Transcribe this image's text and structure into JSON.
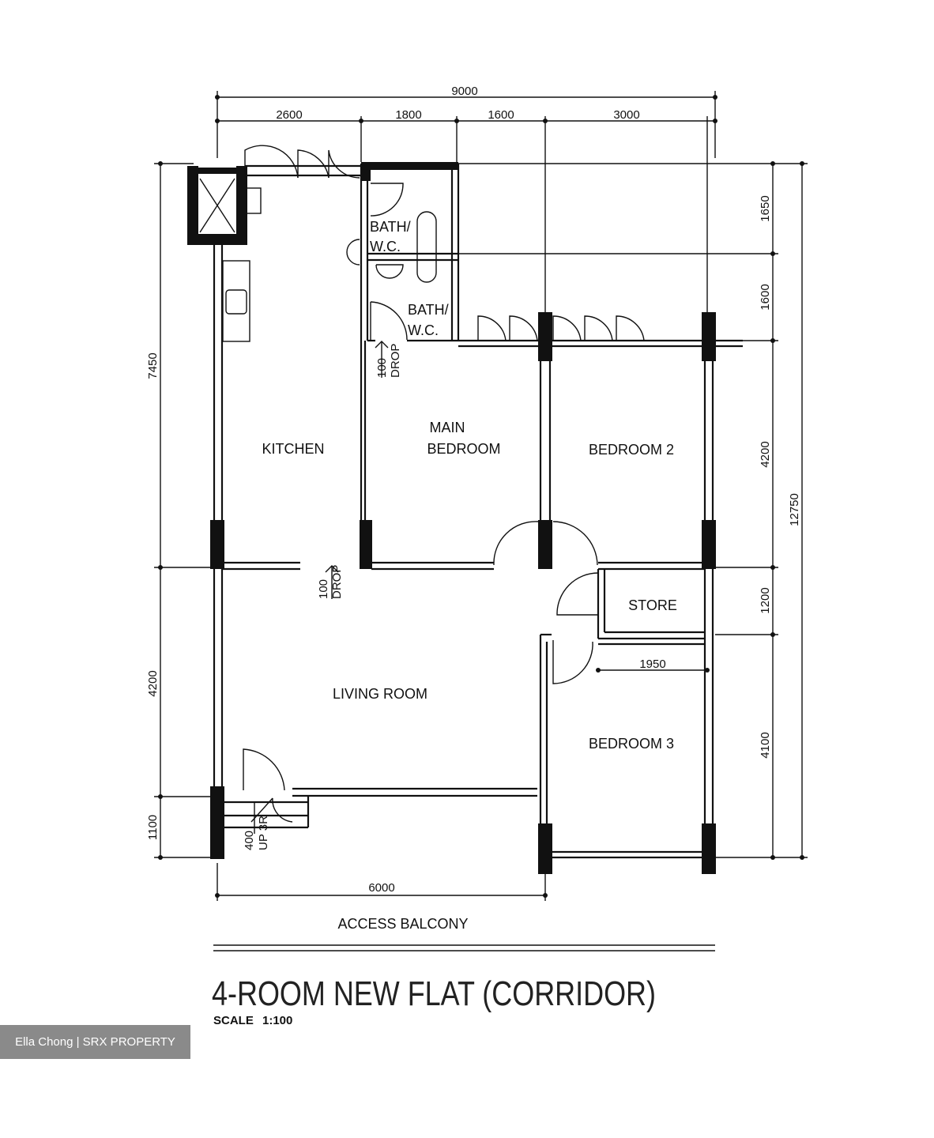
{
  "plan": {
    "title": "4-ROOM NEW FLAT (CORRIDOR)",
    "scale_label": "SCALE",
    "scale_value": "1:100",
    "rooms": {
      "kitchen": "KITCHEN",
      "main_bedroom_line1": "MAIN",
      "main_bedroom_line2": "BEDROOM",
      "bedroom2": "BEDROOM 2",
      "bedroom3": "BEDROOM 3",
      "store": "STORE",
      "living_room": "LIVING ROOM",
      "bath1_line1": "BATH/",
      "bath1_line2": "W.C.",
      "bath2_line1": "BATH/",
      "bath2_line2": "W.C.",
      "access_balcony": "ACCESS  BALCONY"
    },
    "annotations": {
      "drop1_a": "100",
      "drop1_b": "DROP",
      "drop2_a": "100",
      "drop2_b": "DROP",
      "up_a": "400",
      "up_b": "UP 3R"
    },
    "dimensions": {
      "top_total": "9000",
      "top": [
        "2600",
        "1800",
        "1600",
        "3000"
      ],
      "left": [
        "7450",
        "4200",
        "1100"
      ],
      "right": [
        "1650",
        "1600",
        "4200",
        "1200",
        "4100"
      ],
      "right_total": "12750",
      "bottom": "6000",
      "store_width": "1950"
    }
  },
  "watermark": "Ella Chong | SRX PROPERTY"
}
